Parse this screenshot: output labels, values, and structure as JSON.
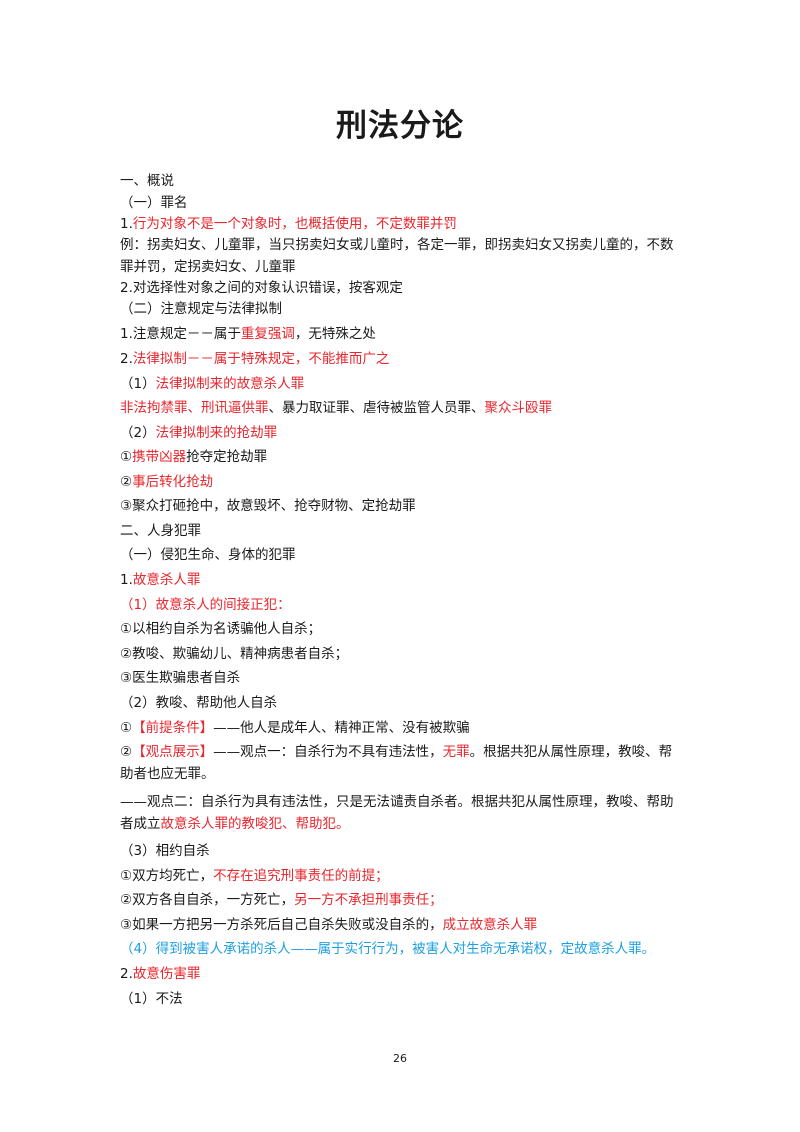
{
  "title": "刑法分论",
  "page_number": "26",
  "colors": {
    "red": "#e8262d",
    "blue": "#1ea0e0",
    "text": "#1a1a1a"
  },
  "lines": {
    "l01": "一、概说",
    "l02": "（一）罪名",
    "l03a": "1.",
    "l03b": "行为对象不是一个对象时，也概括使用，不定数罪并罚",
    "l04": "例：拐卖妇女、儿童罪，当只拐卖妇女或儿童时，各定一罪，即拐卖妇女又拐卖儿童的，不数罪并罚，定拐卖妇女、儿童罪",
    "l05": "2.对选择性对象之间的对象认识错误，按客观定",
    "l06": "（二）注意规定与法律拟制",
    "l07a": "1.注意规定－－属于",
    "l07b": "重复强调",
    "l07c": "，无特殊之处",
    "l08a": "2.",
    "l08b": "法律拟制－－属于特殊规定，不能推而广之",
    "l09a": "（1）",
    "l09b": "法律拟制来的故意杀人罪",
    "l10a": "非法拘禁罪、刑讯逼供罪",
    "l10b": "、暴力取证罪、虐待被监管人员罪、",
    "l10c": "聚众斗殴罪",
    "l11a": "（2）",
    "l11b": "法律拟制来的抢劫罪",
    "l12a": "①",
    "l12b": "携带凶器",
    "l12c": "抢夺定抢劫罪",
    "l13a": "②",
    "l13b": "事后转化抢劫",
    "l14": "③聚众打砸抢中，故意毁坏、抢夺财物、定抢劫罪",
    "l15": "二、人身犯罪",
    "l16": "（一）侵犯生命、身体的犯罪",
    "l17a": "1.",
    "l17b": "故意杀人罪",
    "l18": "（1）故意杀人的间接正犯：",
    "l19": "①以相约自杀为名诱骗他人自杀；",
    "l20": "②教唆、欺骗幼儿、精神病患者自杀；",
    "l21": "③医生欺骗患者自杀",
    "l22": "（2）教唆、帮助他人自杀",
    "l23a": "①",
    "l23b": "【前提条件】",
    "l23c": "——他人是成年人、精神正常、没有被欺骗",
    "l24a": "②",
    "l24b": "【观点展示】",
    "l24c": "——观点一：自杀行为不具有违法性，",
    "l24d": "无罪",
    "l24e": "。根据共犯从属性原理，教唆、帮助者也应无罪。",
    "l25a": "——观点二：自杀行为具有违法性，只是无法谴责自杀者。根据共犯从属性原理，教唆、帮助者成立",
    "l25b": "故意杀人罪的教唆犯、帮助犯。",
    "l26": "（3）相约自杀",
    "l27a": "①双方均死亡，",
    "l27b": "不存在追究刑事责任的前提；",
    "l28a": "②双方各自自杀，一方死亡，",
    "l28b": "另一方不承担刑事责任；",
    "l29a": "③如果一方把另一方杀死后自己自杀失败或没自杀的，",
    "l29b": "成立故意杀人罪",
    "l30": "（4）得到被害人承诺的杀人——属于实行行为，被害人对生命无承诺权，定故意杀人罪。",
    "l31a": "2.",
    "l31b": "故意伤害罪",
    "l32": "（1）不法"
  }
}
